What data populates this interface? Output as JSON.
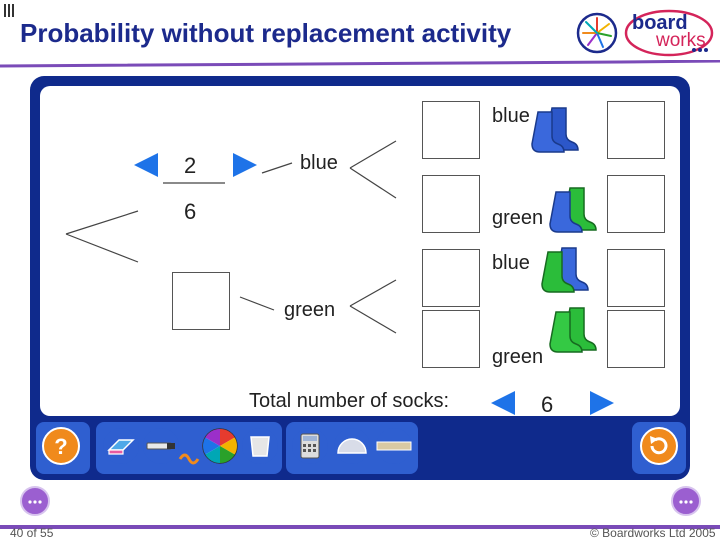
{
  "header": {
    "title": "Probability without replacement activity",
    "logo_top": "board",
    "logo_bottom": "works"
  },
  "tree": {
    "first_fraction": {
      "numerator": "2",
      "denominator": "6"
    },
    "branch_blue": "blue",
    "branch_green": "green",
    "outcomes": [
      "blue",
      "green",
      "blue",
      "green"
    ]
  },
  "total": {
    "label": "Total number of socks:",
    "value": "6"
  },
  "footer": {
    "slide_number": "40 of 55",
    "copyright": "© Boardworks Ltd 2005"
  },
  "colors": {
    "panel": "#0f2a8c",
    "arrow": "#1e73e8",
    "title": "#1c2a8c",
    "toolbar": "#2f5fd0",
    "help_button": "#f08a1c"
  }
}
